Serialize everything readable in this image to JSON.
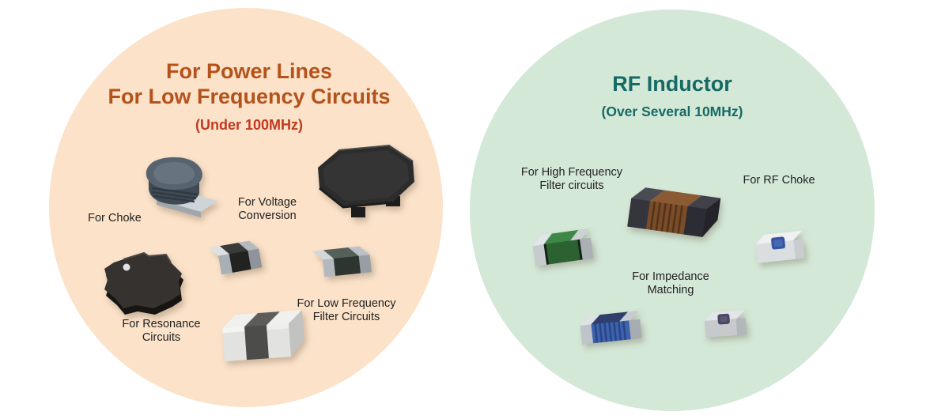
{
  "colors": {
    "left-bg": "#fbe2c9",
    "left-title": "#b4521b",
    "left-subtitle": "#c03a20",
    "right-bg": "#d4e8d7",
    "right-title": "#156a64",
    "label": "#222222"
  },
  "left_group": {
    "title_line1": "For Power Lines",
    "title_line2": "For Low Frequency Circuits",
    "subtitle": "(Under 100MHz)",
    "label_choke": "For Choke",
    "label_voltage": "For Voltage Conversion",
    "label_resonance": "For Resonance Circuits",
    "label_lf_filter": "For Low Frequency Filter Circuits",
    "components": {
      "choke": "wirewound-drum-inductor",
      "power": "large-molded-power-inductor",
      "chip": "black-chip-inductor",
      "resonance": "shaped-core-inductor",
      "filter_chip": "dark-chip-inductor",
      "ceramic": "ceramic-chip-inductor"
    }
  },
  "right_group": {
    "title": "RF Inductor",
    "subtitle": "(Over Several 10MHz)",
    "label_hf_filter": "For High Frequency Filter circuits",
    "label_rf_choke": "For RF Choke",
    "label_impedance": "For Impedance Matching",
    "components": {
      "wound": "wirewound-rf-chip-inductor",
      "green": "green-film-chip-inductor",
      "blue_dot": "white-chip-inductor-blue-mark",
      "blue_coil": "blue-wirewound-chip-inductor",
      "gray": "small-multilayer-chip-inductor"
    }
  }
}
